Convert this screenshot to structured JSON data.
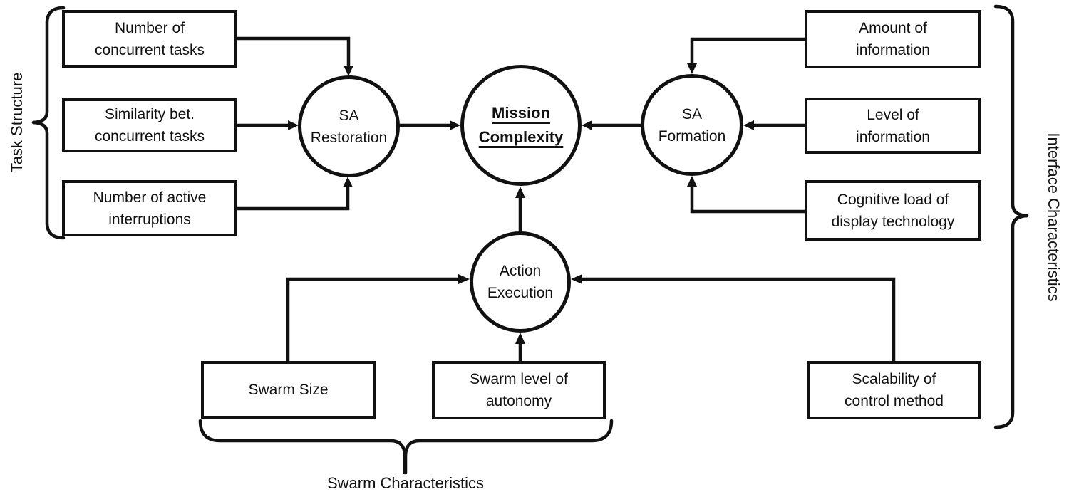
{
  "colors": {
    "ink": "#111111",
    "background": "#ffffff"
  },
  "groups": {
    "task_structure": {
      "label": "Task Structure"
    },
    "interface_characteristics": {
      "label": "Interface Characteristics"
    },
    "swarm_characteristics": {
      "label": "Swarm Characteristics"
    }
  },
  "factors": {
    "num_concurrent_tasks": {
      "line1": "Number of",
      "line2": "concurrent tasks"
    },
    "similarity_tasks": {
      "line1": "Similarity bet.",
      "line2": "concurrent tasks"
    },
    "active_interruptions": {
      "line1": "Number of active",
      "line2": "interruptions"
    },
    "amount_information": {
      "line1": "Amount of",
      "line2": "information"
    },
    "level_information": {
      "line1": "Level of",
      "line2": "information"
    },
    "cognitive_load": {
      "line1": "Cognitive load of",
      "line2": "display technology"
    },
    "swarm_size": {
      "line1": "Swarm Size"
    },
    "swarm_autonomy": {
      "line1": "Swarm level of",
      "line2": "autonomy"
    },
    "scalability": {
      "line1": "Scalability of",
      "line2": "control method"
    }
  },
  "nodes": {
    "sa_restoration": {
      "line1": "SA",
      "line2": "Restoration"
    },
    "mission_complexity": {
      "line1": "Mission",
      "line2": "Complexity"
    },
    "sa_formation": {
      "line1": "SA",
      "line2": "Formation"
    },
    "action_execution": {
      "line1": "Action",
      "line2": "Execution"
    }
  },
  "edges": [
    {
      "from": "Number of concurrent tasks",
      "to": "SA Restoration"
    },
    {
      "from": "Similarity bet. concurrent tasks",
      "to": "SA Restoration"
    },
    {
      "from": "Number of active interruptions",
      "to": "SA Restoration"
    },
    {
      "from": "SA Restoration",
      "to": "Mission Complexity"
    },
    {
      "from": "Amount of information",
      "to": "SA Formation"
    },
    {
      "from": "Level of information",
      "to": "SA Formation"
    },
    {
      "from": "Cognitive load of display technology",
      "to": "SA Formation"
    },
    {
      "from": "SA Formation",
      "to": "Mission Complexity"
    },
    {
      "from": "Swarm Size",
      "to": "Action Execution"
    },
    {
      "from": "Swarm level of autonomy",
      "to": "Action Execution"
    },
    {
      "from": "Scalability of control method",
      "to": "Action Execution"
    },
    {
      "from": "Action Execution",
      "to": "Mission Complexity"
    }
  ]
}
